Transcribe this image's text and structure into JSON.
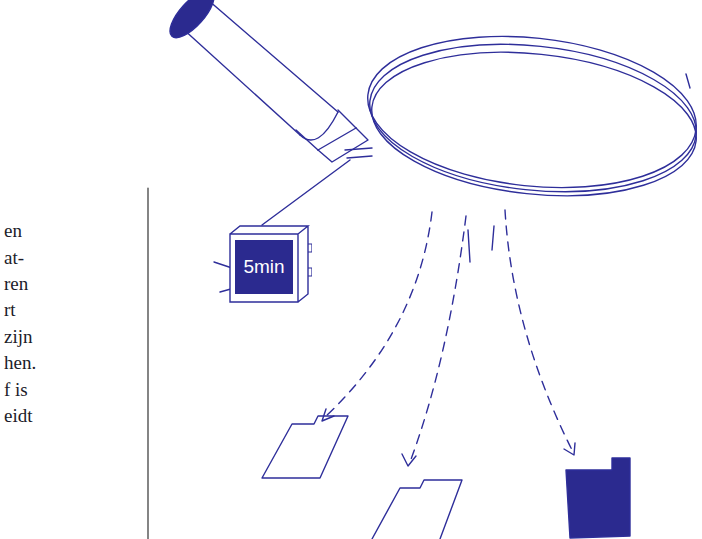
{
  "diagram": {
    "nodes": [
      {
        "text": [
          "5min"
        ]
      }
    ],
    "labels": [
      "en",
      "at-",
      "ren",
      "rt",
      "zijn",
      "hen.",
      "f is",
      "eidt"
    ]
  }
}
